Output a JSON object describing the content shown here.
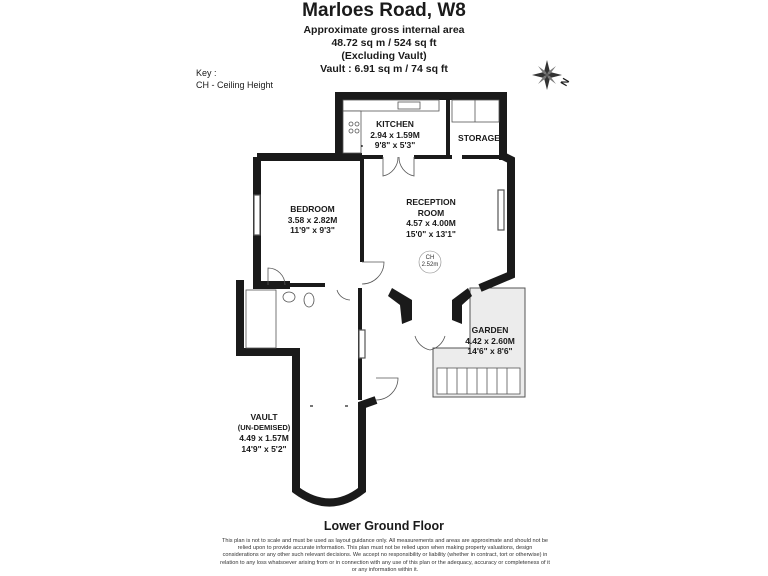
{
  "header": {
    "title": "Marloes Road, W8",
    "area_label": "Approximate gross internal area",
    "area_value": "48.72 sq m / 524 sq ft",
    "area_note": "(Excluding Vault)",
    "vault_area": "Vault : 6.91 sq m / 74 sq ft"
  },
  "key": {
    "heading": "Key :",
    "ch_entry": "CH - Ceiling Height"
  },
  "compass": {
    "letter": "N"
  },
  "rooms": {
    "kitchen": {
      "name": "KITCHEN",
      "metric": "2.94 x 1.59M",
      "imperial": "9'8\" x 5'3\""
    },
    "storage": {
      "name": "STORAGE"
    },
    "bedroom": {
      "name": "BEDROOM",
      "metric": "3.58 x 2.82M",
      "imperial": "11'9\" x 9'3\""
    },
    "reception": {
      "name": "RECEPTION",
      "name2": "ROOM",
      "metric": "4.57 x 4.00M",
      "imperial": "15'0\" x 13'1\""
    },
    "garden": {
      "name": "GARDEN",
      "metric": "4.42 x 2.60M",
      "imperial": "14'6\" x 8'6\""
    },
    "vault": {
      "name": "VAULT",
      "note": "(UN-DEMISED)",
      "metric": "4.49 x 1.57M",
      "imperial": "14'9\" x 5'2\""
    }
  },
  "ceiling_height": {
    "label": "CH",
    "value": "2.52m"
  },
  "floor_label": "Lower Ground Floor",
  "disclaimer": "This plan is not to scale and must be used as layout guidance only. All measurements and areas are approximate and should not be relied upon to provide accurate information. This plan must not be relied upon when making property valuations, design considerations or any other such relevant decisions. We accept no responsibility or liability (whether in contract, tort or otherwise) in relation to any loss whatsoever arising from or in connection with any use of this plan or the adequacy, accuracy or completeness of it or any information within it."
}
